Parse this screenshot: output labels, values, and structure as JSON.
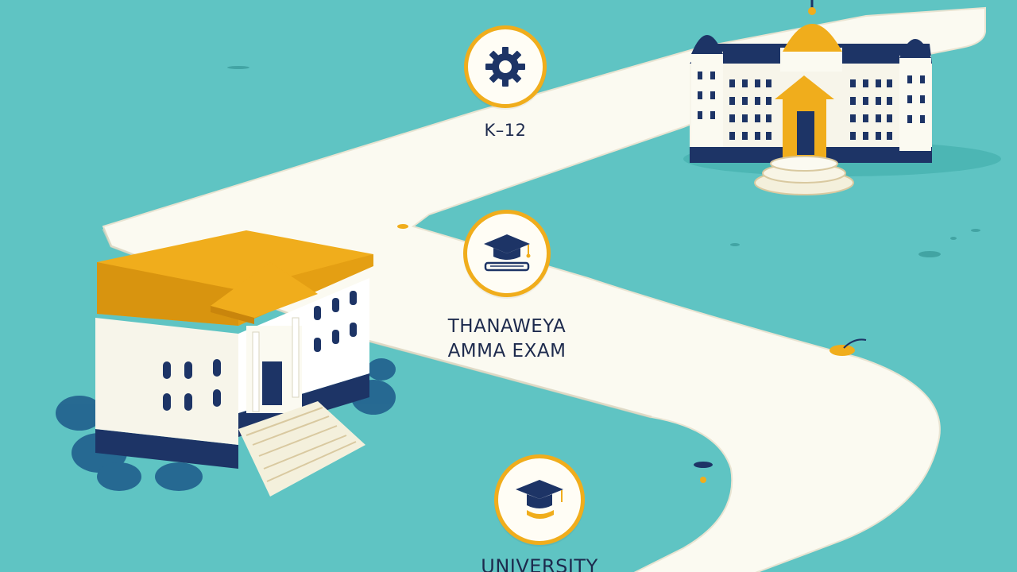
{
  "milestones": [
    {
      "label": "K–12",
      "icon": "gear-icon"
    },
    {
      "label_line1": "THANAWEYA",
      "label_line2": "AMMA EXAM",
      "icon": "graduation-cap-on-book-icon"
    },
    {
      "label": "UNIVERSITY",
      "icon": "graduation-cap-icon"
    }
  ],
  "colors": {
    "background": "#5fc4c3",
    "path": "#fbfaf1",
    "navy": "#1d3466",
    "gold": "#f0ad1c",
    "badge_border": "#f0ad1c"
  }
}
